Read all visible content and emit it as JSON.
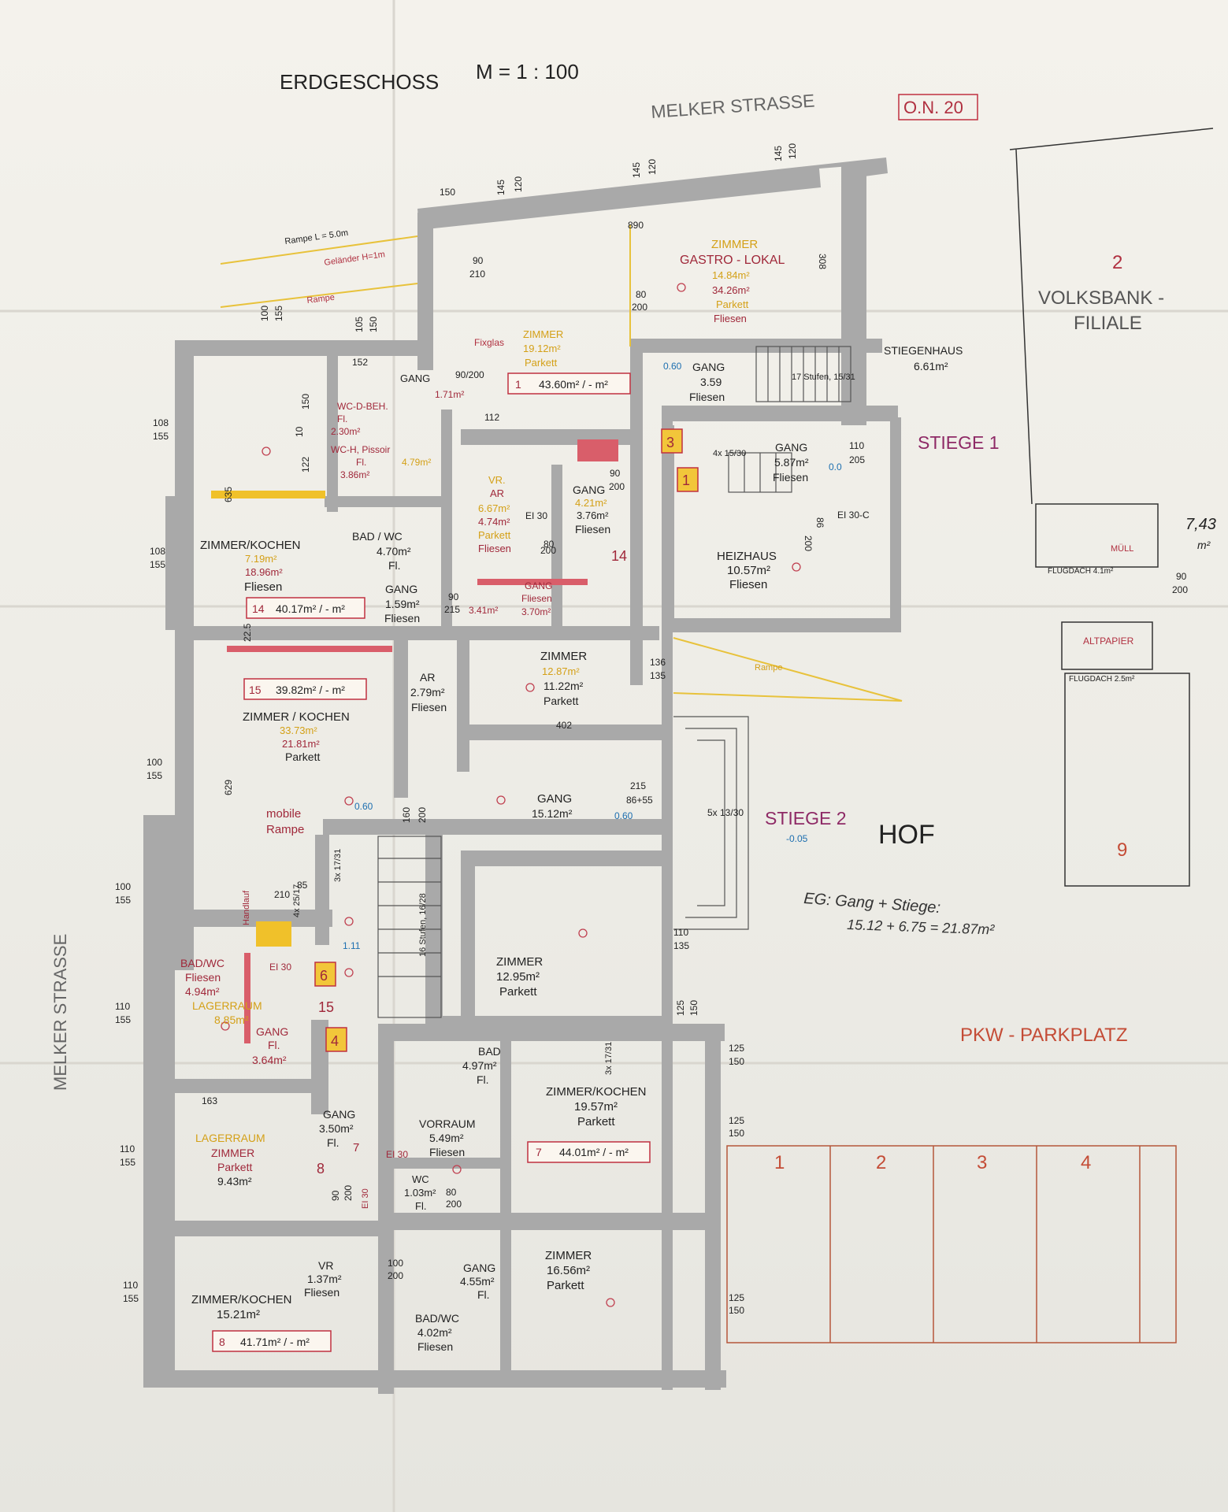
{
  "header": {
    "title": "ERDGESCHOSS",
    "scale": "M = 1 : 100",
    "street_top": "MELKER STRASSE",
    "street_left": "MELKER STRASSE",
    "house_number": "O.N. 20"
  },
  "neighbor": {
    "number": "2",
    "line1": "VOLKSBANK -",
    "line2": "FILIALE",
    "flugdach1": "FLUGDACH 4.1m²",
    "muell": "MÜLL",
    "flugdach2": "FLUGDACH 2.5m²",
    "altpapier": "ALTPAPIER",
    "note_top": "7,43",
    "note_bottom": "m²"
  },
  "stairs": {
    "stiege1": "STIEGE 1",
    "stiege2": "STIEGE 2",
    "hof": "HOF"
  },
  "parking": {
    "label": "PKW - PARKPLATZ",
    "spots": [
      "1",
      "2",
      "3",
      "4"
    ],
    "spot9": "9"
  },
  "handnote": {
    "line1": "EG: Gang + Stiege:",
    "line2": "15.12 + 6.75 = 21.87m²"
  },
  "ramp": {
    "rampe_len": "Rampe L = 5.0m",
    "gelaender": "Geländer H=1m",
    "rampe": "Rampe",
    "rampe_hof": "Rampe",
    "fixglas": "Fixglas"
  },
  "levels": {
    "l1": "0.60",
    "l2": "0.0",
    "l3": "0.60",
    "l4": "0.60",
    "l5": "-0.05",
    "l6": "1.11"
  },
  "rooms": {
    "gastro": {
      "zimmer": "ZIMMER",
      "name": "GASTRO - LOKAL",
      "a1": "14.84m²",
      "a2": "34.26m²",
      "f1": "Parkett",
      "f2": "Fliesen"
    },
    "zimmer19": {
      "name": "ZIMMER",
      "area": "19.12m²",
      "floor": "Parkett"
    },
    "unit1": {
      "no": "1",
      "area": "43.60m² / - m²"
    },
    "stiegenhaus": {
      "name": "STIEGENHAUS",
      "area": "6.61m²",
      "steps": "17 Stufen, 15/31"
    },
    "gang359": {
      "name": "GANG",
      "area": "3.59",
      "floor": "Fliesen"
    },
    "gang587": {
      "name": "GANG",
      "area": "5.87m²",
      "floor": "Fliesen",
      "steps": "4x 15/30"
    },
    "heizhaus": {
      "name": "HEIZHAUS",
      "area": "10.57m²",
      "floor": "Fliesen",
      "ei": "EI 30-C"
    },
    "gang171": {
      "name": "GANG",
      "area": "1.71m²"
    },
    "wcdbeh": {
      "name": "WC-D-BEH.",
      "floor": "Fl.",
      "area": "2.30m²"
    },
    "wch": {
      "name": "WC-H, Pissoir",
      "floor": "Fl.",
      "a1": "4.79m²",
      "a2": "3.86m²"
    },
    "vrar": {
      "name": "VR.",
      "name2": "AR",
      "a1": "6.67m²",
      "a2": "4.74m²",
      "f1": "Parkett",
      "f2": "Fliesen",
      "ei": "EI 30"
    },
    "gang421": {
      "name": "GANG",
      "a1": "4.21m²",
      "a2": "3.76m²",
      "floor": "Fliesen"
    },
    "zk14": {
      "name": "ZIMMER/KOCHEN",
      "a1": "7.19m²",
      "a2": "18.96m²",
      "floor": "Fliesen",
      "no": "14",
      "area": "40.17m² / - m²"
    },
    "bad470": {
      "name": "BAD / WC",
      "area": "4.70m²",
      "floor": "Fl."
    },
    "gang159": {
      "name": "GANG",
      "area": "1.59m²",
      "floor": "Fliesen"
    },
    "gang370": {
      "name": "GANG",
      "floor": "Fliesen",
      "area": "3.70m²",
      "a2": "3.41m²"
    },
    "zimmer1287": {
      "name": "ZIMMER",
      "a1": "12.87m²",
      "a2": "11.22m²",
      "floor": "Parkett"
    },
    "zk15": {
      "no": "15",
      "area": "39.82m² / - m²",
      "name": "ZIMMER / KOCHEN",
      "a1": "33.73m²",
      "a2": "21.81m²",
      "floor": "Parkett",
      "mobile": "mobile",
      "rampe": "Rampe"
    },
    "ar279": {
      "name": "AR",
      "area": "2.79m²",
      "floor": "Fliesen"
    },
    "gang1512": {
      "name": "GANG",
      "area": "15.12m²",
      "steps": "5x 13/30"
    },
    "zimmer1295": {
      "name": "ZIMMER",
      "area": "12.95m²",
      "floor": "Parkett"
    },
    "stair16": {
      "steps": "16 Stufen, 16/28",
      "steps2": "3x 17/31",
      "steps3": "4x 25/17",
      "steps4": "3x 17/31",
      "handlauf": "Handlauf"
    },
    "bad494": {
      "name": "BAD/WC",
      "floor": "Fliesen",
      "area": "4.94m²",
      "lager": "LAGERRAUM",
      "lager_area": "8.85m²",
      "ei": "EI 30"
    },
    "gang364": {
      "name": "GANG",
      "floor": "Fl.",
      "area": "3.64m²"
    },
    "lager943": {
      "name": "LAGERRAUM",
      "name2": "ZIMMER",
      "floor": "Parkett",
      "area": "9.43m²"
    },
    "bad497": {
      "name": "BAD",
      "area": "4.97m²",
      "floor": "Fl."
    },
    "zk7": {
      "name": "ZIMMER/KOCHEN",
      "area": "19.57m²",
      "floor": "Parkett",
      "no": "7",
      "unit": "44.01m² / - m²"
    },
    "gang350": {
      "name": "GANG",
      "area": "3.50m²",
      "floor": "Fl.",
      "no": "7",
      "ei": "EI 30"
    },
    "vorraum": {
      "name": "VORRAUM",
      "area": "5.49m²",
      "floor": "Fliesen"
    },
    "wc103": {
      "name": "WC",
      "area": "1.03m²",
      "floor": "Fl."
    },
    "zk8": {
      "name": "ZIMMER/KOCHEN",
      "area": "15.21m²",
      "no": "8",
      "unit": "41.71m² / - m²",
      "ei": "EI 30"
    },
    "vr137": {
      "name": "VR",
      "area": "1.37m²",
      "floor": "Fliesen"
    },
    "gang455": {
      "name": "GANG",
      "area": "4.55m²",
      "floor": "Fl."
    },
    "zimmer1656": {
      "name": "ZIMMER",
      "area": "16.56m²",
      "floor": "Parkett"
    },
    "bad402": {
      "name": "BAD/WC",
      "area": "4.02m²",
      "floor": "Fliesen"
    }
  },
  "badges": {
    "b3": "3",
    "b1": "1",
    "b14": "14",
    "b6": "6",
    "b15": "15",
    "b4": "4",
    "b8": "8"
  },
  "dims": {
    "d150": "150",
    "d145a": "145",
    "d120a": "120",
    "d145b": "145",
    "d120b": "120",
    "d145c": "145",
    "d120c": "120",
    "d890": "890",
    "d308": "308",
    "d100": "100",
    "d155": "155",
    "d105": "105",
    "d150b": "150",
    "d152": "152",
    "d9021": "90/200",
    "d9022": "90",
    "d9023": "210",
    "d8020": "80",
    "d8021": "200",
    "d112": "112",
    "d90a": "90",
    "d200a": "200",
    "d80a": "80",
    "d200b": "200",
    "d110": "110",
    "d205": "205",
    "d200c": "200",
    "d86": "86",
    "l108a": "108",
    "l155a": "155",
    "l108b": "108",
    "l155b": "155",
    "l100a": "100",
    "l155c": "155",
    "l100b": "100",
    "l155d": "155",
    "l110a": "110",
    "l155e": "155",
    "l110b": "110",
    "l155f": "155",
    "l110c": "110",
    "l155g": "155",
    "d635": "635",
    "d629": "629",
    "d225": "22.5",
    "d150c": "150",
    "d122": "122",
    "d10": "10",
    "d90b": "90",
    "d215": "215",
    "d136": "136",
    "d135": "135",
    "d402": "402",
    "d85": "85",
    "d210": "210",
    "d160": "160",
    "d200d": "200",
    "d215b": "215",
    "d8555": "86+55",
    "d110b": "110",
    "d135b": "135",
    "d125a": "125",
    "d150d": "150",
    "d125b": "125",
    "d150e": "150",
    "d125c": "125",
    "d150f": "150",
    "d125d": "125",
    "d150g": "150",
    "d163": "163",
    "d100b": "100",
    "d200e": "200",
    "d90200": "90",
    "d200f": "200",
    "d80b": "80",
    "d200g": "200",
    "d90c": "90",
    "d200h": "200"
  }
}
